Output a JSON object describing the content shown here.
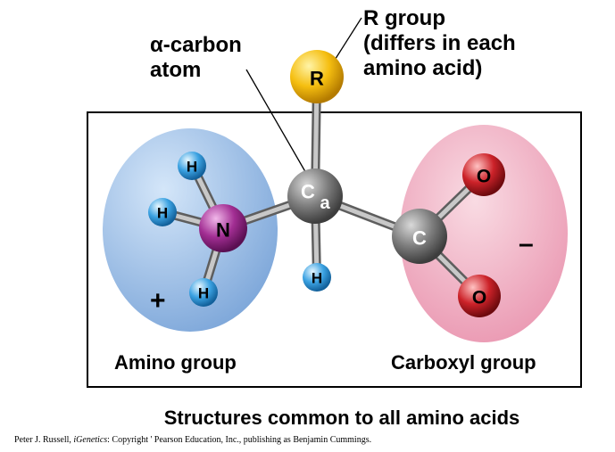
{
  "labels": {
    "alpha_carbon_line1": "α-carbon",
    "alpha_carbon_line2": "atom",
    "r_group_line1": "R group",
    "r_group_line2": "(differs in each",
    "r_group_line3": "amino acid)",
    "amino_group": "Amino group",
    "carboxyl_group": "Carboxyl group",
    "plus_sign": "+",
    "minus_sign": "–",
    "caption": "Structures common to all amino acids"
  },
  "atoms": {
    "r": "R",
    "n": "N",
    "c_alpha": "C",
    "c_alpha_sub": "a",
    "c_carboxyl": "C",
    "o_top": "O",
    "o_bottom": "O",
    "h_amino_top": "H",
    "h_amino_left": "H",
    "h_amino_bottom": "H",
    "h_alpha": "H"
  },
  "credit": {
    "before": "Peter J. Russell, ",
    "italic": "iGenetics",
    "after": ": Copyright ' Pearson Education, Inc., publishing as Benjamin Cummings."
  },
  "colors": {
    "amino_region": "#8fb4e0",
    "carboxyl_region": "#eea6bc",
    "r_atom": "#f2b400",
    "n_atom": "#9b2b8f",
    "carbon_atom": "#7a7a7a",
    "oxygen_atom": "#c7222a",
    "hydrogen_atom": "#3aa0e0"
  }
}
